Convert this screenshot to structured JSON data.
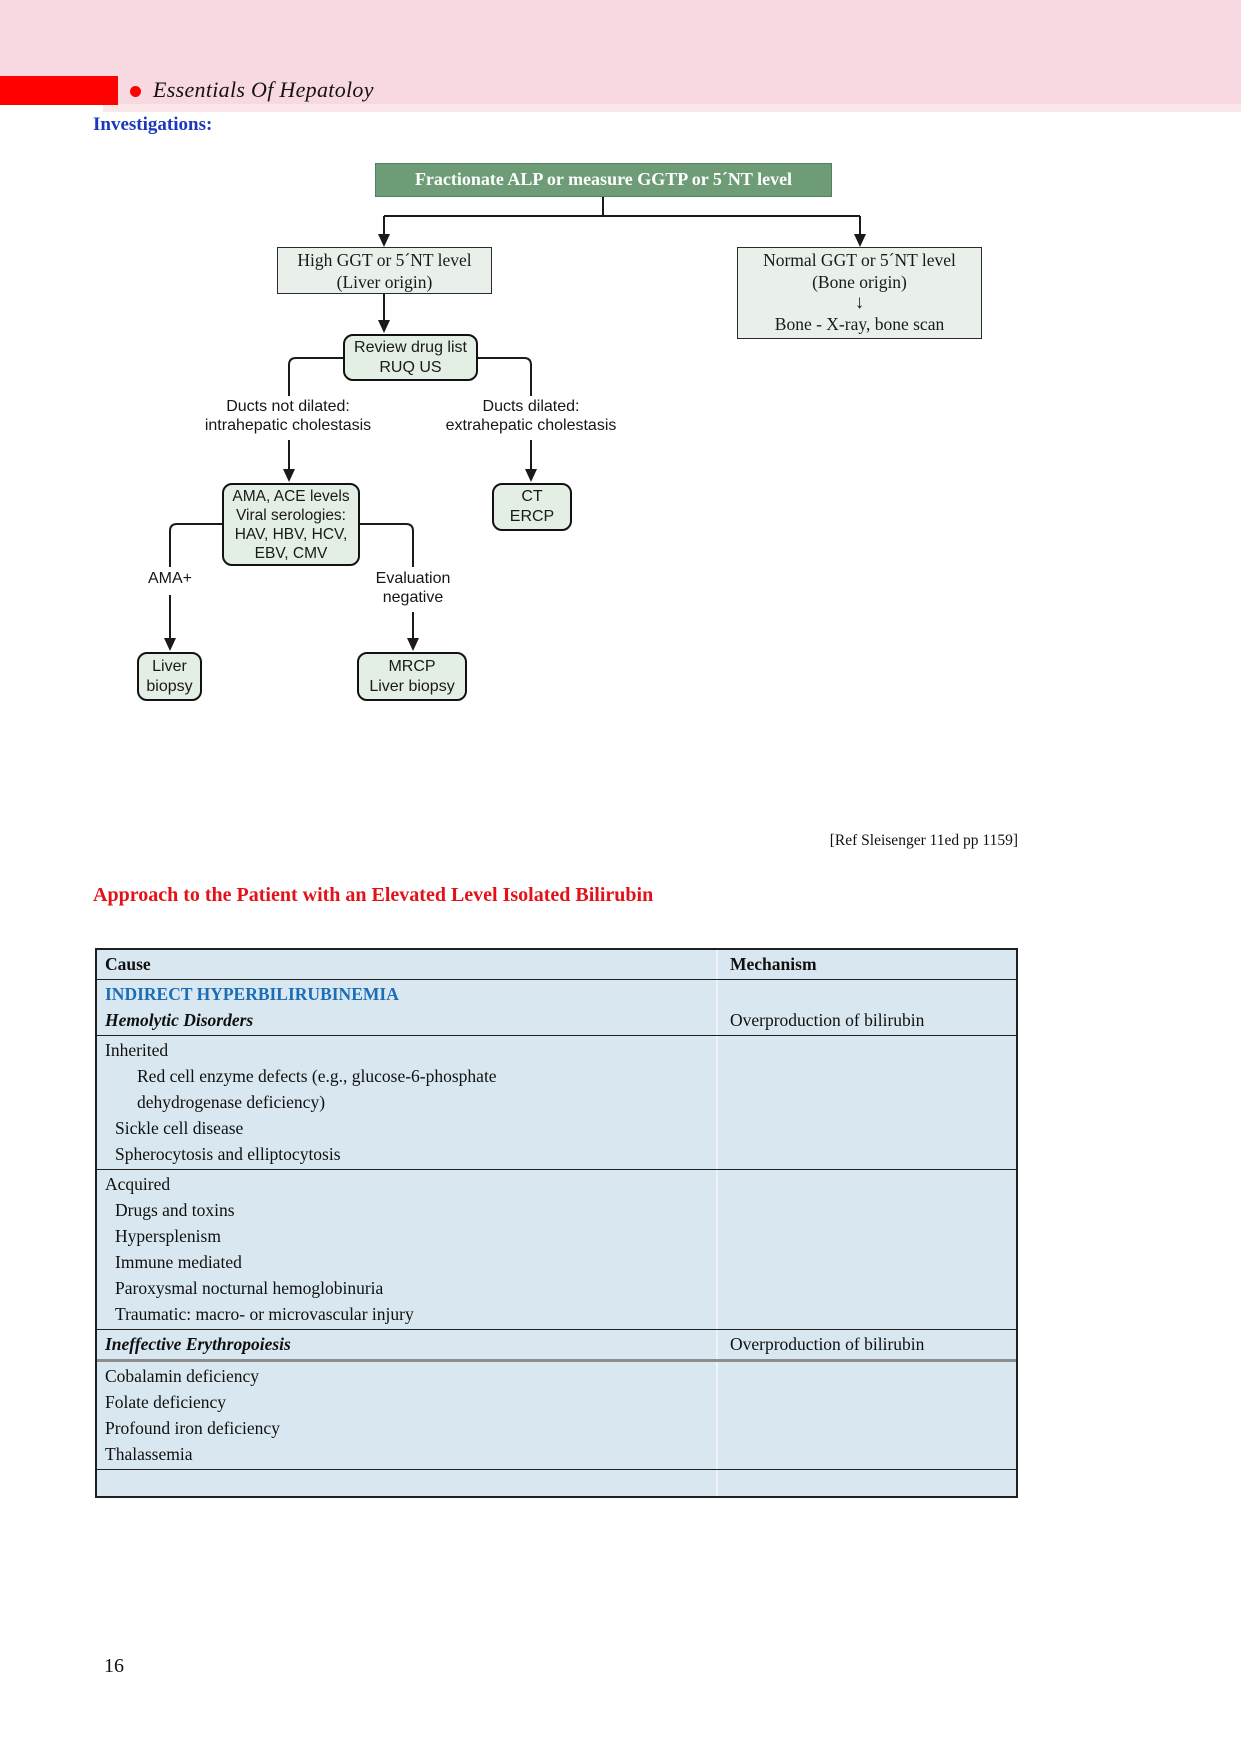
{
  "colors": {
    "header_pink": "#f9d9e1",
    "header_pink_light": "#fbe6ea",
    "accent_red": "#fe0101",
    "heading_blue": "#1c38bf",
    "heading_red": "#e31219",
    "flow_green": "#6d9c77",
    "flow_box_fill": "#e9f0e9",
    "flow_round_fill": "#e3eee4",
    "table_bg": "#d9e8f0",
    "table_blue": "#1a6db6"
  },
  "header": {
    "book_title": "Essentials Of Hepatoloy"
  },
  "section_heading": "Investigations:",
  "flowchart": {
    "root": "Fractionate ALP or measure GGTP or 5´NT level",
    "high_ggt": {
      "line1": "High GGT or 5´NT level",
      "line2": "(Liver origin)"
    },
    "normal_ggt": {
      "line1": "Normal GGT or 5´NT level",
      "line2": "(Bone origin)",
      "arrow": "↓",
      "line3": "Bone - X-ray, bone scan"
    },
    "review": {
      "line1": "Review drug list",
      "line2": "RUQ US"
    },
    "not_dilated": {
      "line1": "Ducts not dilated:",
      "line2": "intrahepatic cholestasis"
    },
    "dilated": {
      "line1": "Ducts dilated:",
      "line2": "extrahepatic cholestasis"
    },
    "ama_box": {
      "line1": "AMA, ACE levels",
      "line2": "Viral serologies:",
      "line3": "HAV, HBV, HCV,",
      "line4": "EBV, CMV"
    },
    "ct_box": {
      "line1": "CT",
      "line2": "ERCP"
    },
    "ama_plus": "AMA+",
    "eval_negative": {
      "line1": "Evaluation",
      "line2": "negative"
    },
    "liver_biopsy": {
      "line1": "Liver",
      "line2": "biopsy"
    },
    "mrcp": {
      "line1": "MRCP",
      "line2": "Liver biopsy"
    },
    "reference": "[Ref Sleisenger 11ed pp 1159]"
  },
  "bilirubin": {
    "heading": "Approach to the Patient with an Elevated Level Isolated Bilirubin",
    "table": {
      "header": {
        "cause": "Cause",
        "mechanism": "Mechanism"
      },
      "category": {
        "line1": "INDIRECT HYPERBILIRUBINEMIA",
        "line2": "Hemolytic Disorders",
        "mechanism": "Overproduction of bilirubin"
      },
      "inherited": {
        "title": "Inherited",
        "items": [
          "Red cell enzyme defects (e.g., glucose-6-phosphate",
          "dehydrogenase deficiency)",
          "Sickle cell disease",
          "Spherocytosis and elliptocytosis"
        ]
      },
      "acquired": {
        "title": "Acquired",
        "items": [
          "Drugs and toxins",
          "Hypersplenism",
          "Immune mediated",
          "Paroxysmal nocturnal hemoglobinuria",
          "Traumatic: macro- or microvascular injury"
        ]
      },
      "ineffective": {
        "title": "Ineffective Erythropoiesis",
        "mechanism": "Overproduction of bilirubin"
      },
      "deficiency_items": [
        "Cobalamin deficiency",
        "Folate deficiency",
        "Profound iron deficiency",
        "Thalassemia"
      ]
    }
  },
  "footer": {
    "page_number": "16"
  }
}
